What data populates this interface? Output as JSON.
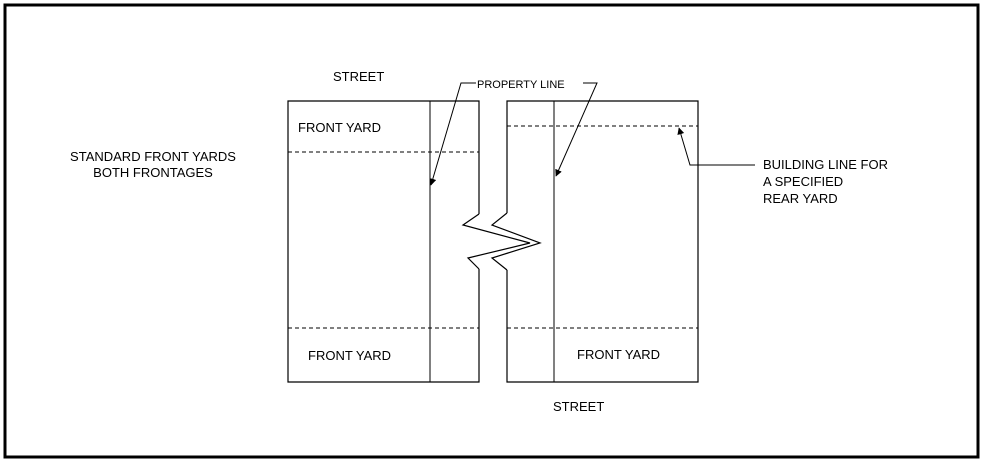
{
  "labels": {
    "street_top": "STREET",
    "street_bottom": "STREET",
    "property_line": "PROPERTY LINE",
    "front_yard_top_left": "FRONT YARD",
    "front_yard_bottom_left": "FRONT YARD",
    "front_yard_bottom_right": "FRONT YARD",
    "standard_front_yards": [
      "STANDARD FRONT YARDS",
      "BOTH FRONTAGES"
    ],
    "building_line": [
      "BUILDING LINE FOR",
      "A SPECIFIED",
      "REAR YARD"
    ]
  },
  "colors": {
    "line": "#000000",
    "background": "#ffffff"
  }
}
